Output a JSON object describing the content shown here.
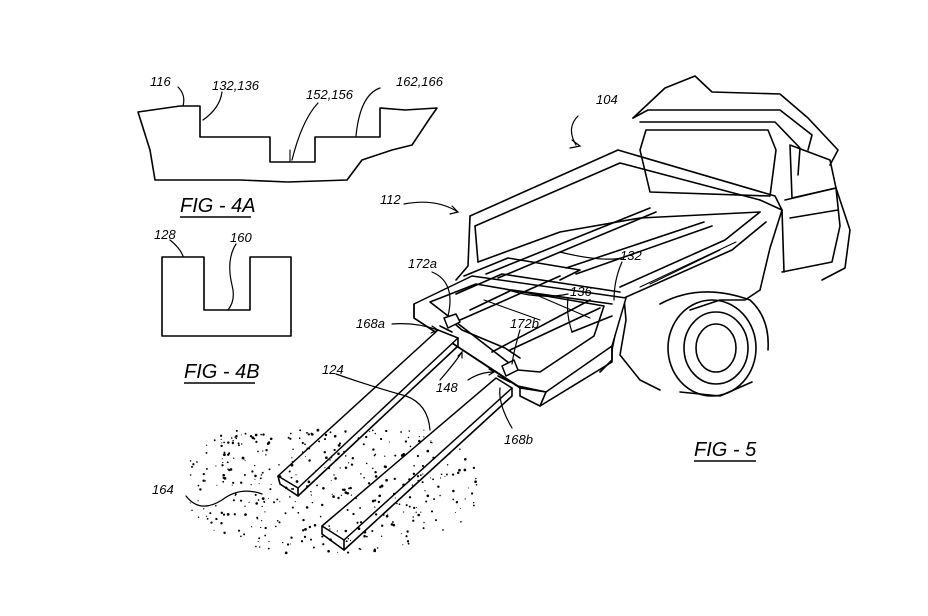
{
  "figures": {
    "fig4a": "FIG - 4A",
    "fig4b": "FIG - 4B",
    "fig5": "FIG - 5"
  },
  "refs": {
    "r116": "116",
    "r132_136": "132,136",
    "r152_156": "152,156",
    "r162_166": "162,166",
    "r128": "128",
    "r160": "160",
    "r104": "104",
    "r112": "112",
    "r172a": "172a",
    "r132": "132",
    "r136": "136",
    "r168a": "168a",
    "r172b": "172b",
    "r124": "124",
    "r148": "148",
    "r168b": "168b",
    "r164": "164"
  }
}
